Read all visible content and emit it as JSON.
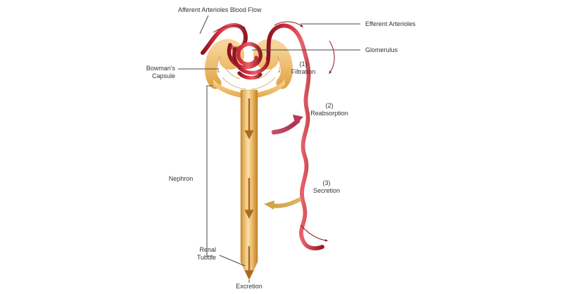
{
  "diagram": {
    "title_visible": false,
    "labels": {
      "afferent": "Afferent Arterioles Blood Flow",
      "efferent": "Efferent Arterioles",
      "glomerulus": "Glomerulus",
      "bowmans": "Bowman's\nCapsule",
      "nephron": "Nephron",
      "renal_tubule": "Renal\nTubule",
      "excretion": "Excretion",
      "step1": "(1)\nFiltration",
      "step2": "(2)\nReabsorption",
      "step3": "(3)\nSecretion"
    },
    "steps": [
      {
        "number": "(1)",
        "name": "Filtration"
      },
      {
        "number": "(2)",
        "name": "Reabsorption"
      },
      {
        "number": "(3)",
        "name": "Secretion"
      }
    ],
    "colors": {
      "background": "#ffffff",
      "vessel_red": "#c0202f",
      "vessel_red_dark": "#8d1420",
      "tubule_gold": "#e9b461",
      "tubule_gold_light": "#f7dca6",
      "tubule_gold_dark": "#c8862f",
      "capsule_tan": "#f0c179",
      "arrow_brown": "#a96a25",
      "arrow_pink": "#bf4268",
      "arrow_gold": "#d9a94f",
      "leader_line": "#4a4a4a",
      "text": "#333333"
    }
  }
}
